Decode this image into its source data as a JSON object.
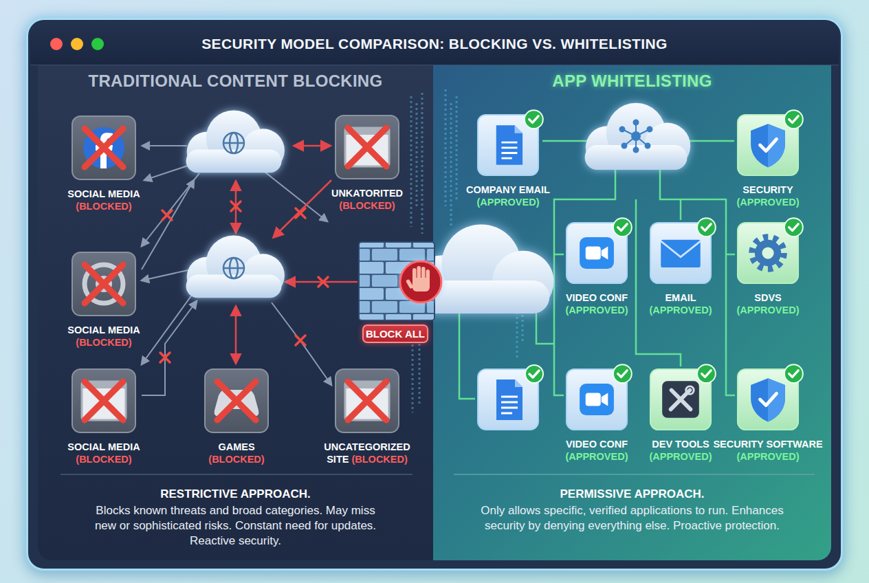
{
  "diagram": {
    "title": "SECURITY MODEL COMPARISON: BLOCKING VS. WHITELISTING",
    "nodes": [
      {
        "text": [
          "TRADITIONAL CONTENT BLOCKING",
          "RESTRICTIVE APPROACH.",
          "Blocks known threats and broad categories. May miss new or sophisticated risks. Constant need for updates. Reactive security."
        ]
      },
      {
        "text": [
          "SOCIAL MEDIA",
          "(BLOCKED)"
        ],
        "in": 0
      },
      {
        "text": [
          "UNKATORITED",
          "(BLOCKED)"
        ],
        "in": 0
      },
      {
        "text": [
          "SOCIAL MEDIA",
          "(BLOCKED)"
        ],
        "in": 0
      },
      {
        "text": [
          "BLOCK ALL"
        ],
        "in": 0
      },
      {
        "text": [
          "SOCIAL MEDIA",
          "(BLOCKED)"
        ],
        "in": 0
      },
      {
        "text": [
          "GAMES",
          "(BLOCKED)"
        ],
        "in": 0
      },
      {
        "text": [
          "UNCATEGORIZED SITE",
          "(BLOCKED)"
        ],
        "in": 0
      },
      {
        "text": [
          "APP WHITELISTING",
          "PERMISSIVE APPROACH.",
          "Only allows specific, verified applications to run. Enhances security by denying everything else. Proactive protection."
        ]
      },
      {
        "text": [
          "COMPANY EMAIL",
          "(APPROVED)"
        ],
        "in": 8
      },
      {
        "text": [
          "SECURITY",
          "(APPROVED)"
        ],
        "in": 8
      },
      {
        "text": [
          "VIDEO CONF",
          "(APPROVED)"
        ],
        "in": 8
      },
      {
        "text": [
          "EMAIL",
          "(APPROVED)"
        ],
        "in": 8
      },
      {
        "text": [
          "SDVS",
          "(APPROVED)"
        ],
        "in": 8
      },
      {
        "text": [
          "VIDEO CONF",
          "(APPROVED)"
        ],
        "in": 8
      },
      {
        "text": [
          "DEV TOOLS",
          "(APPROVED)"
        ],
        "in": 8
      },
      {
        "text": [
          "SECURITY SOFTWARE",
          "(APPROVED)"
        ],
        "in": 8
      }
    ]
  }
}
